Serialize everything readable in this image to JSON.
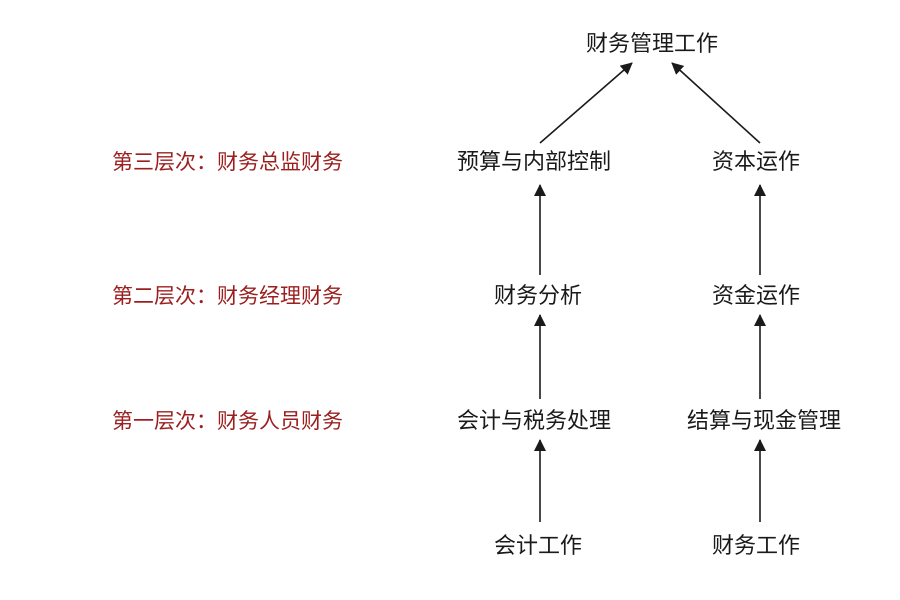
{
  "diagram": {
    "colors": {
      "node_text": "#1a1a1a",
      "level_text": "#9b1f1f",
      "arrow": "#1a1a1a",
      "background": "#ffffff"
    },
    "levels": {
      "level3": "第三层次：财务总监财务",
      "level2": "第二层次：财务经理财务",
      "level1": "第一层次：财务人员财务"
    },
    "nodes": {
      "top": "财务管理工作",
      "budget_internal_control": "预算与内部控制",
      "capital_operation": "资本运作",
      "financial_analysis": "财务分析",
      "fund_operation": "资金运作",
      "accounting_tax": "会计与税务处理",
      "settlement_cash": "结算与现金管理",
      "accounting_work": "会计工作",
      "finance_work": "财务工作"
    },
    "edges": [
      {
        "from": "accounting_work",
        "to": "accounting_tax"
      },
      {
        "from": "accounting_tax",
        "to": "financial_analysis"
      },
      {
        "from": "financial_analysis",
        "to": "budget_internal_control"
      },
      {
        "from": "budget_internal_control",
        "to": "top"
      },
      {
        "from": "finance_work",
        "to": "settlement_cash"
      },
      {
        "from": "settlement_cash",
        "to": "fund_operation"
      },
      {
        "from": "fund_operation",
        "to": "capital_operation"
      },
      {
        "from": "capital_operation",
        "to": "top"
      }
    ]
  }
}
